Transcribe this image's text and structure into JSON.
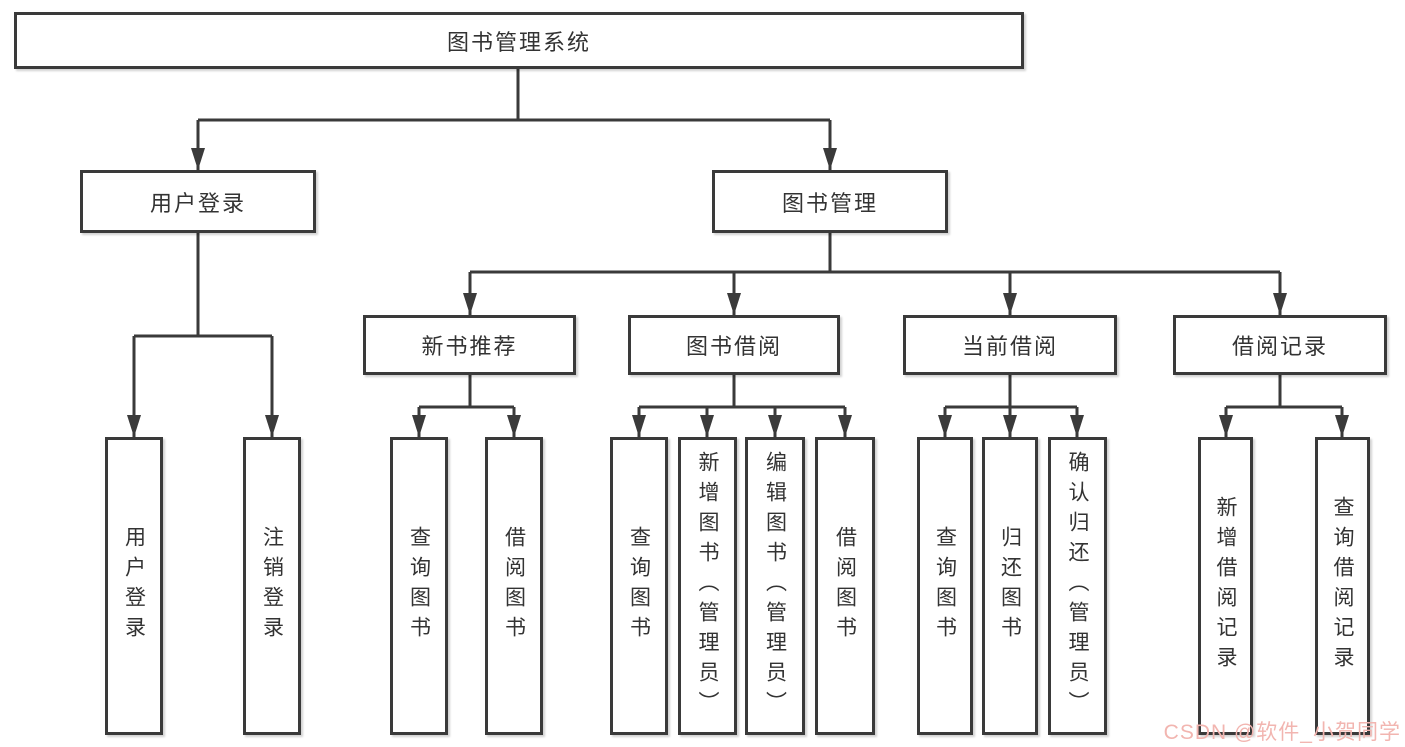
{
  "diagram": {
    "root": {
      "label": "图书管理系统"
    },
    "branches": [
      {
        "label": "用户登录",
        "children": [
          {
            "label": "用户登录"
          },
          {
            "label": "注销登录"
          }
        ]
      },
      {
        "label": "图书管理",
        "children": [
          {
            "label": "新书推荐",
            "children": [
              {
                "label": "查询图书"
              },
              {
                "label": "借阅图书"
              }
            ]
          },
          {
            "label": "图书借阅",
            "children": [
              {
                "label": "查询图书"
              },
              {
                "label": "新增图书（管理员）"
              },
              {
                "label": "编辑图书（管理员）"
              },
              {
                "label": "借阅图书"
              }
            ]
          },
          {
            "label": "当前借阅",
            "children": [
              {
                "label": "查询图书"
              },
              {
                "label": "归还图书"
              },
              {
                "label": "确认归还（管理员）"
              }
            ]
          },
          {
            "label": "借阅记录",
            "children": [
              {
                "label": "新增借阅记录"
              },
              {
                "label": "查询借阅记录"
              }
            ]
          }
        ]
      }
    ]
  },
  "watermark": {
    "text": "CSDN @软件_小贺同学",
    "color": "#f2b5b0"
  },
  "colors": {
    "line": "#3a3a3a",
    "box_border": "#3a3a3a",
    "box_bg": "#ffffff",
    "text": "#333333"
  }
}
